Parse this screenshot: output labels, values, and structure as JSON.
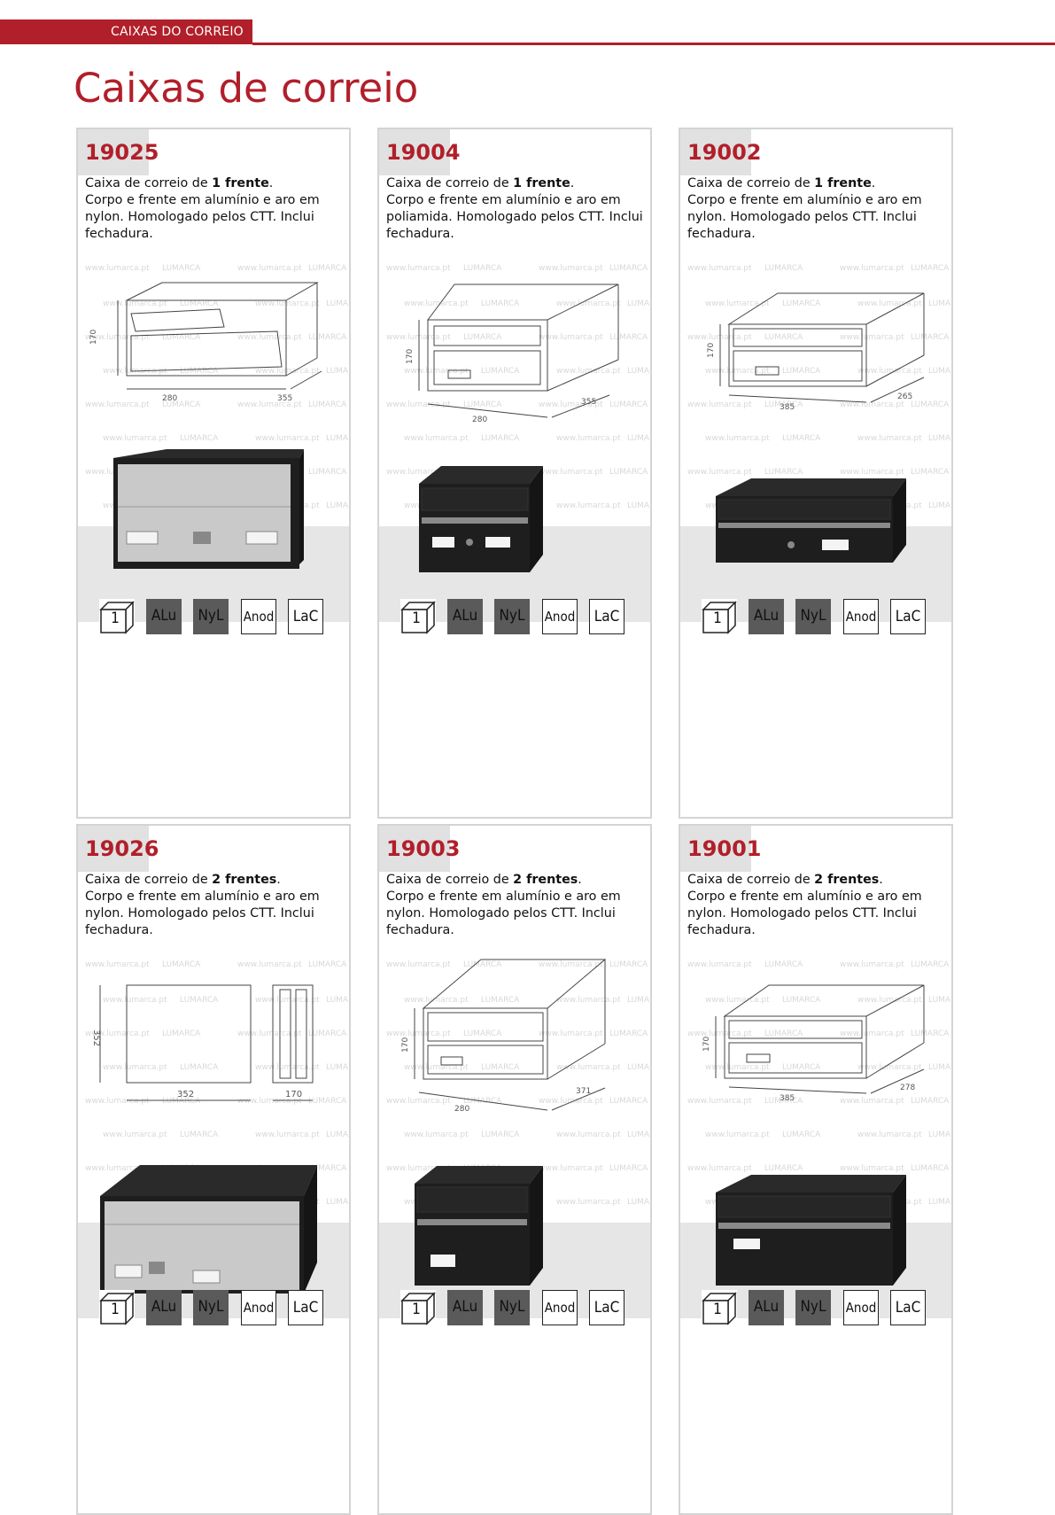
{
  "header": {
    "section_label": "CAIXAS DO CORREIO",
    "page_title": "Caixas de correio"
  },
  "products": [
    {
      "code": "19025",
      "line1_pre": "Caixa de correio de ",
      "line1_bold": "1 frente",
      "line1_post": ".",
      "rest": "Corpo e frente em alumínio e aro em nylon. Homologado pelos CTT. Inclui fechadura.",
      "dims": [
        "170",
        "280",
        "355"
      ]
    },
    {
      "code": "19004",
      "line1_pre": "Caixa de correio de ",
      "line1_bold": "1 frente",
      "line1_post": ".",
      "rest": "Corpo e frente em alumínio e aro em poliamida. Homologado pelos CTT. Inclui fechadura.",
      "dims": [
        "170",
        "280",
        "355"
      ]
    },
    {
      "code": "19002",
      "line1_pre": "Caixa de correio de ",
      "line1_bold": "1 frente",
      "line1_post": ".",
      "rest": "Corpo e frente em alumínio e aro em nylon. Homologado pelos CTT. Inclui fechadura.",
      "dims": [
        "170",
        "385",
        "265"
      ]
    },
    {
      "code": "19026",
      "line1_pre": "Caixa de correio de ",
      "line1_bold": "2 frentes",
      "line1_post": ".",
      "rest": "Corpo e frente em alumínio e aro em nylon. Homologado pelos CTT. Inclui fechadura.",
      "dims": [
        "352",
        "352",
        "170"
      ]
    },
    {
      "code": "19003",
      "line1_pre": "Caixa de correio de ",
      "line1_bold": "2 frentes",
      "line1_post": ".",
      "rest": "Corpo e frente em alumínio e aro em nylon. Homologado pelos CTT. Inclui fechadura.",
      "dims": [
        "170",
        "280",
        "371"
      ]
    },
    {
      "code": "19001",
      "line1_pre": "Caixa de correio de ",
      "line1_bold": "2 frentes",
      "line1_post": ".",
      "rest": "Corpo e frente em alumínio e aro em nylon. Homologado pelos CTT. Inclui fechadura.",
      "dims": [
        "170",
        "385",
        "278"
      ]
    }
  ],
  "material_icons": [
    {
      "label": "1",
      "style": "box",
      "icon": "package-icon"
    },
    {
      "label": "ALu",
      "style": "dark",
      "icon": "aluminium-icon"
    },
    {
      "label": "NyL",
      "style": "dark",
      "icon": "nylon-icon"
    },
    {
      "label": "Anod",
      "style": "outline",
      "icon": "anodized-icon"
    },
    {
      "label": "LaC",
      "style": "outline",
      "icon": "lacquered-icon"
    }
  ],
  "watermark": {
    "url": "www.lumarca.pt",
    "brand": "LUMARCA"
  },
  "colors": {
    "brand_red": "#b11f2a",
    "code_bg": "#e1e1e1",
    "icon_dark": "#5a5a5a",
    "box_black": "#1e1e1e",
    "front_silver": "#c9c9c9"
  }
}
